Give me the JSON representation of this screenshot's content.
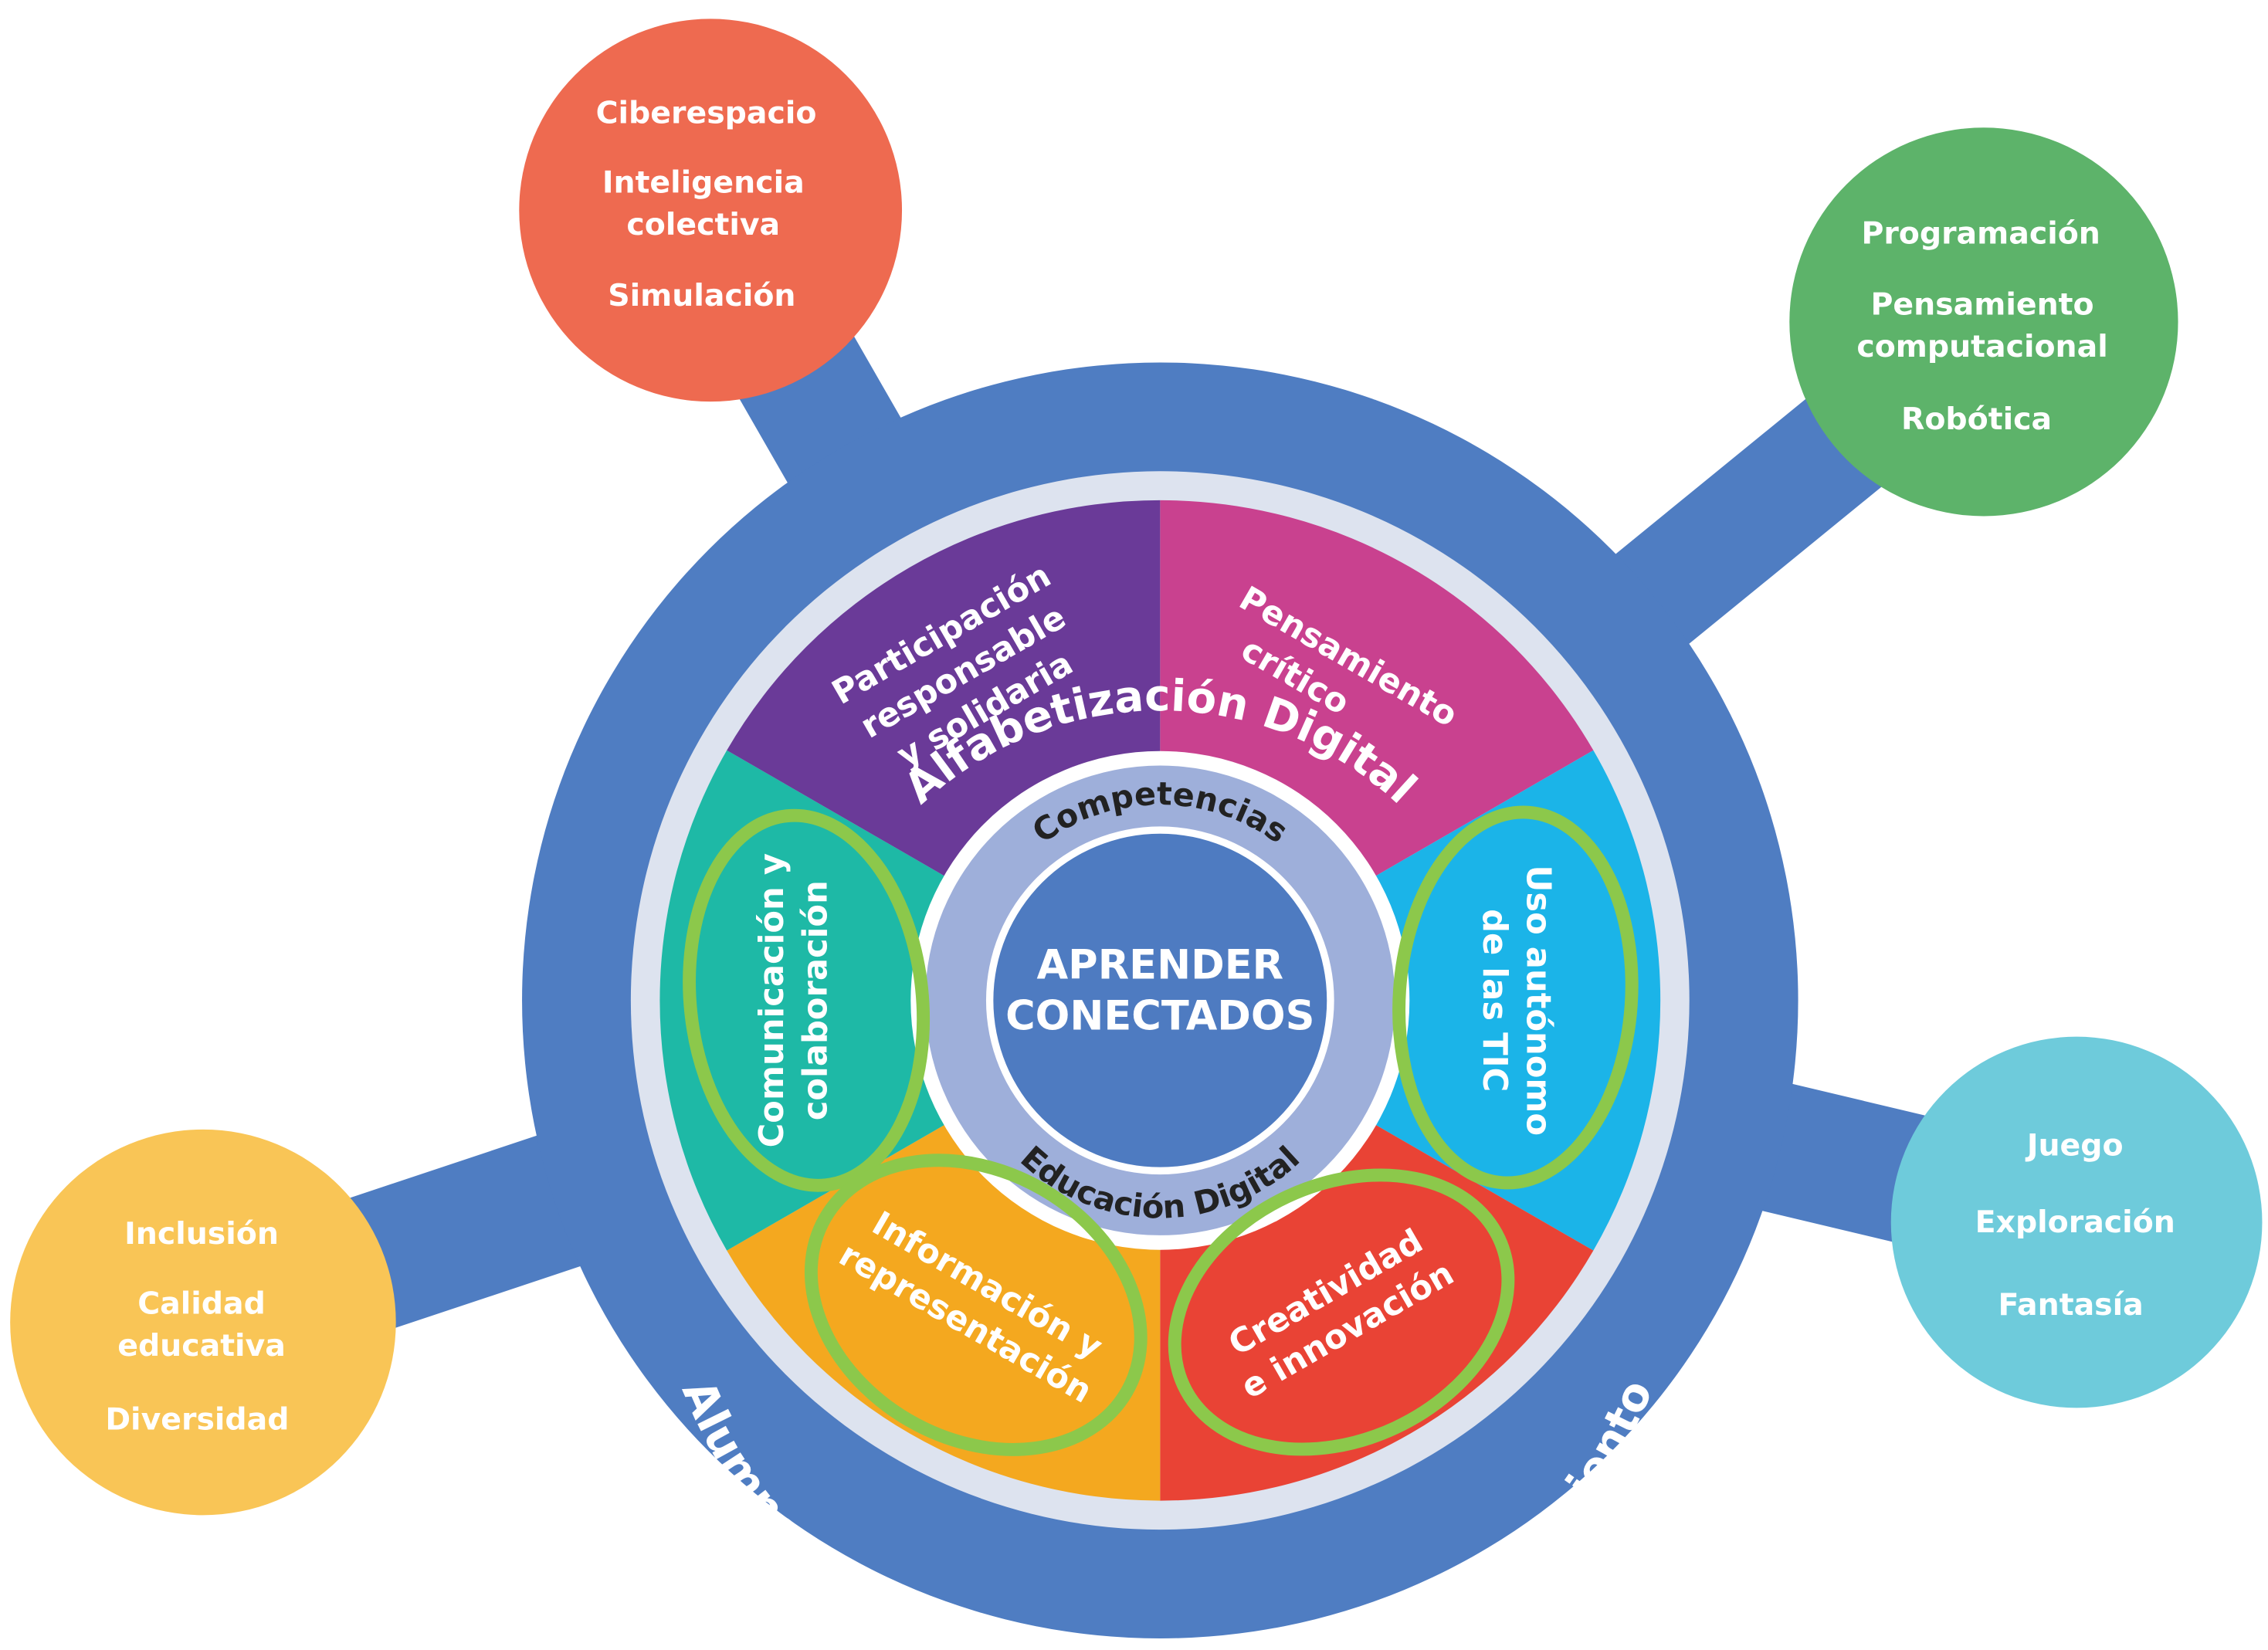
{
  "outer_ring": {
    "top_arc_text": "Alfabetización Digital",
    "bottom_arc_text": "Alumno productor y constructor de conocimiento"
  },
  "inner_ring": {
    "top_arc_text": "Competencias",
    "bottom_arc_text": "Educación Digital"
  },
  "center": {
    "line1": "APRENDER",
    "line2": "CONECTADOS"
  },
  "segments": [
    {
      "label_lines": [
        "Participación",
        "responsable",
        "y solidaria"
      ],
      "color": "#C9418F"
    },
    {
      "label_lines": [
        "Pensamiento",
        "crítico"
      ],
      "color": "#1BB4E8"
    },
    {
      "label_lines": [
        "Uso autónomo",
        "de las TIC"
      ],
      "color": "#E94335",
      "highlighted": true
    },
    {
      "label_lines": [
        "Creatividad",
        "e innovación"
      ],
      "color": "#F4A81F",
      "highlighted": true
    },
    {
      "label_lines": [
        "Información y",
        "representación"
      ],
      "color": "#1EB9A6",
      "highlighted": true
    },
    {
      "label_lines": [
        "Comunicación y",
        "colaboración"
      ],
      "color": "#6A3A98",
      "highlighted": true
    }
  ],
  "satellites": [
    {
      "items": [
        "Ciberespacio",
        "Inteligencia",
        "colectiva",
        "Simulación"
      ],
      "color": "#EE6A50"
    },
    {
      "items": [
        "Programación",
        "Pensamiento",
        "computacional",
        "Robótica"
      ],
      "color": "#5DB36A"
    },
    {
      "items": [
        "Juego",
        "Exploración",
        "Fantasía"
      ],
      "color": "#6ECBDB"
    },
    {
      "items": [
        "Inclusión",
        "Calidad",
        "educativa",
        "Diversidad"
      ],
      "color": "#F9C556"
    }
  ],
  "colors": {
    "ring_blue": "#4F7DC2",
    "ring_light": "#DDE3EF",
    "inner_ring": "#9EAFDA",
    "center": "#4E7BC1",
    "highlight": "#8CC84B"
  }
}
